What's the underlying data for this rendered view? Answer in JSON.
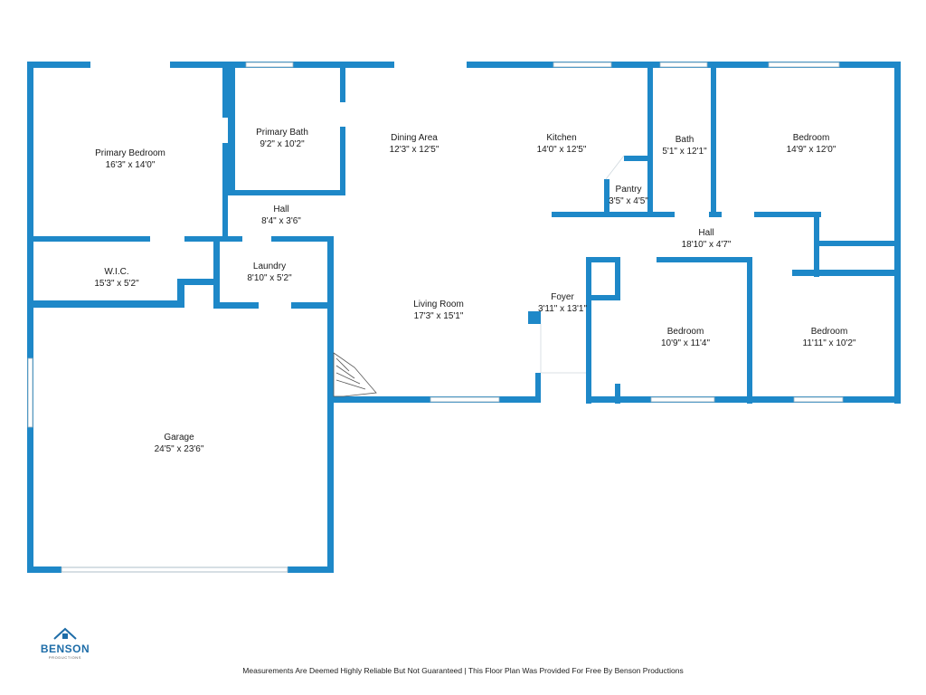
{
  "rooms": {
    "primary_bedroom": {
      "name": "Primary Bedroom",
      "dims": "16'3\" x 14'0\""
    },
    "primary_bath": {
      "name": "Primary Bath",
      "dims": "9'2\" x 10'2\""
    },
    "hall_west": {
      "name": "Hall",
      "dims": "8'4\" x 3'6\""
    },
    "dining_area": {
      "name": "Dining Area",
      "dims": "12'3\" x 12'5\""
    },
    "kitchen": {
      "name": "Kitchen",
      "dims": "14'0\" x 12'5\""
    },
    "bath": {
      "name": "Bath",
      "dims": "5'1\" x 12'1\""
    },
    "bedroom_ne": {
      "name": "Bedroom",
      "dims": "14'9\" x 12'0\""
    },
    "pantry": {
      "name": "Pantry",
      "dims": "3'5\" x 4'5\""
    },
    "hall_east": {
      "name": "Hall",
      "dims": "18'10\" x 4'7\""
    },
    "wic": {
      "name": "W.I.C.",
      "dims": "15'3\" x 5'2\""
    },
    "laundry": {
      "name": "Laundry",
      "dims": "8'10\" x 5'2\""
    },
    "foyer": {
      "name": "Foyer",
      "dims": "3'11\" x 13'1\""
    },
    "living_room": {
      "name": "Living Room",
      "dims": "17'3\" x 15'1\""
    },
    "bedroom_mid": {
      "name": "Bedroom",
      "dims": "10'9\" x 11'4\""
    },
    "bedroom_se": {
      "name": "Bedroom",
      "dims": "11'11\" x 10'2\""
    },
    "garage": {
      "name": "Garage",
      "dims": "24'5\" x 23'6\""
    }
  },
  "logo": {
    "name": "BENSON",
    "sub": "PRODUCTIONS"
  },
  "footer": "Measurements Are Deemed Highly Reliable But Not Guaranteed | This Floor Plan Was Provided For Free By Benson Productions",
  "colors": {
    "wall": "#1e88c8",
    "logo": "#1e6da8"
  }
}
